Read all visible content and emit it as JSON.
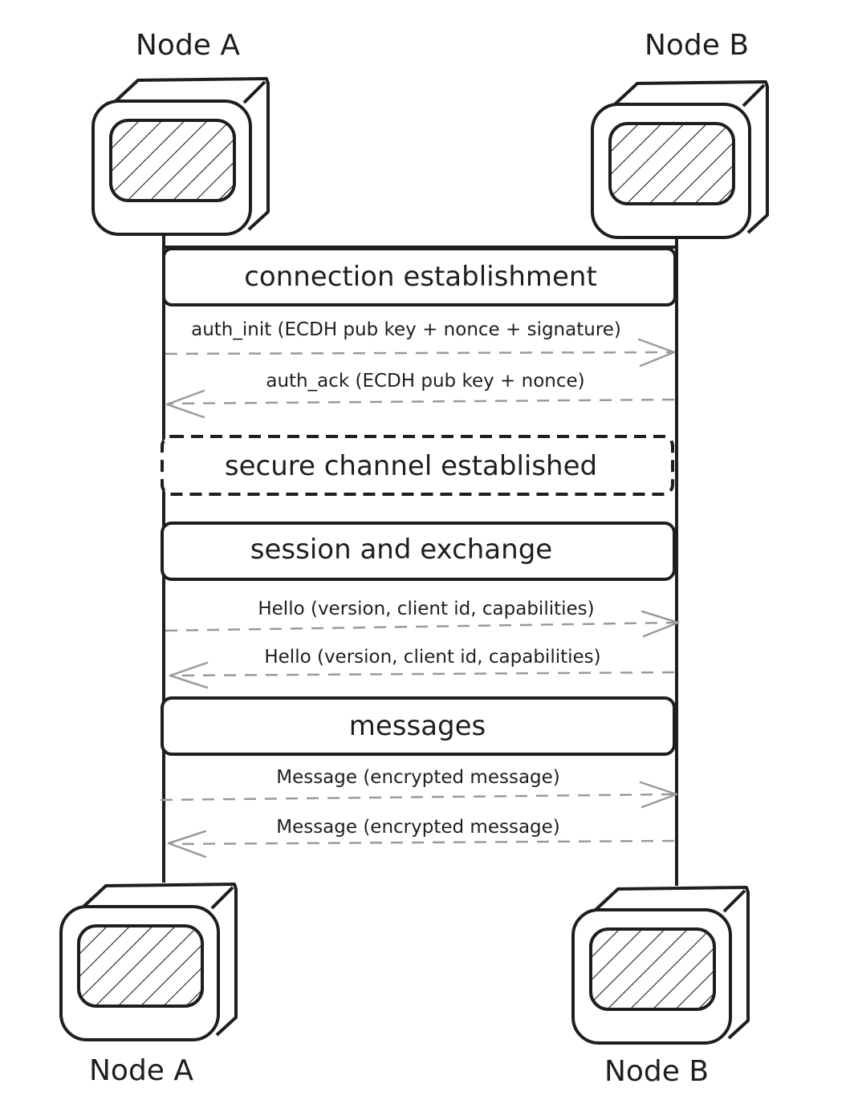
{
  "participants": {
    "top_left": "Node A",
    "top_right": "Node B",
    "bottom_left": "Node A",
    "bottom_right": "Node B"
  },
  "sections": {
    "connection": "connection establishment",
    "secure": "secure channel established",
    "session": "session and exchange",
    "messages": "messages"
  },
  "messages": {
    "auth_init": "auth_init (ECDH pub key + nonce + signature)",
    "auth_ack": "auth_ack (ECDH pub key + nonce)",
    "hello_a_to_b": "Hello (version, client id, capabilities)",
    "hello_b_to_a": "Hello (version, client id, capabilities)",
    "message_a_to_b": "Message (encrypted message)",
    "message_b_to_a": "Message (encrypted message)"
  },
  "icons": {
    "node": "computer-monitor-icon"
  },
  "colors": {
    "stroke": "#1e1e1e",
    "arrow": "#9a9a9a",
    "background": "#ffffff"
  }
}
